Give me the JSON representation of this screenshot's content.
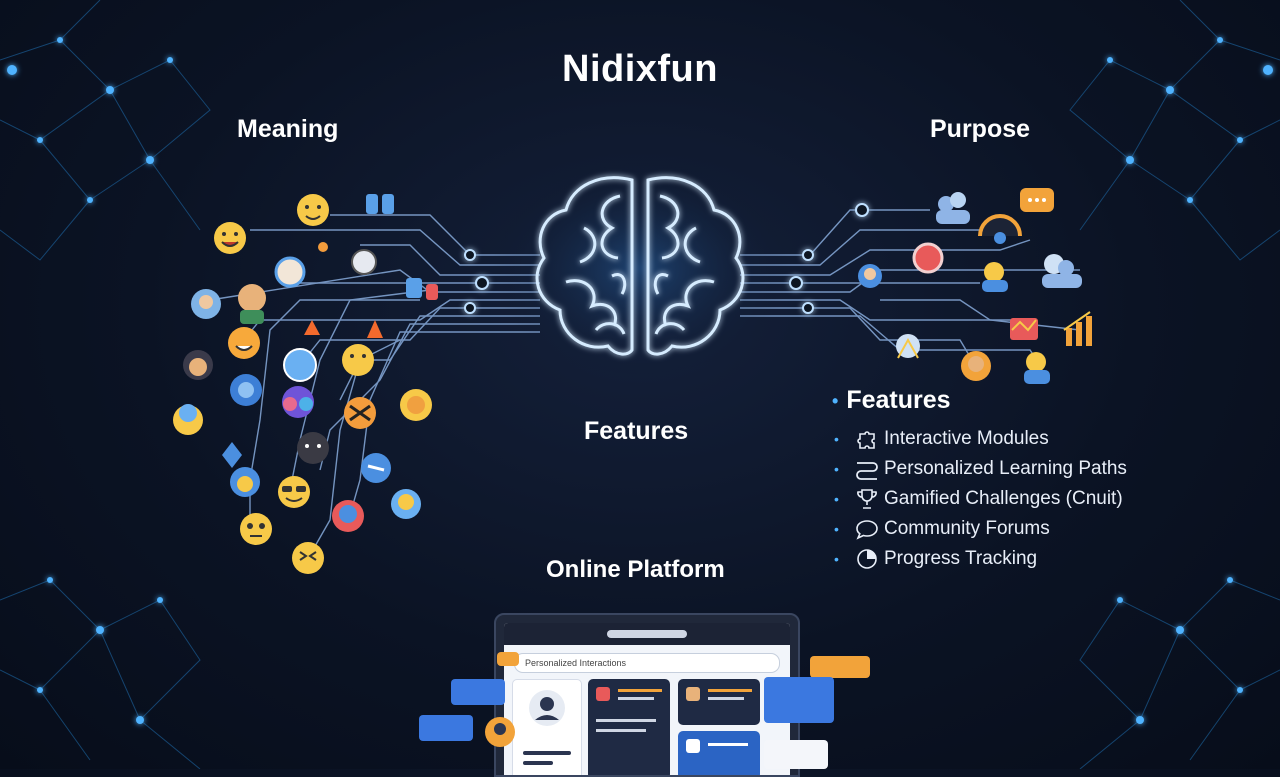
{
  "title": "Nidixfun",
  "labels": {
    "meaning": "Meaning",
    "purpose": "Purpose",
    "features_center": "Features",
    "online_platform": "Online Platform"
  },
  "features": {
    "heading": "Features",
    "items": [
      {
        "label": "Interactive Modules",
        "icon": "puzzle-icon"
      },
      {
        "label": "Personalized Learning Paths",
        "icon": "path-icon"
      },
      {
        "label": "Gamified Challenges (Cnuit)",
        "icon": "trophy-icon"
      },
      {
        "label": "Community Forums",
        "icon": "chat-icon"
      },
      {
        "label": "Progress Tracking",
        "icon": "progress-icon"
      }
    ]
  },
  "platform": {
    "search_placeholder": "Personalized Interactions"
  },
  "colors": {
    "background": "#0b1324",
    "accent_glow": "#4fb3ff",
    "bubble_blue": "#3b78e0",
    "bubble_orange": "#f2a33a"
  }
}
